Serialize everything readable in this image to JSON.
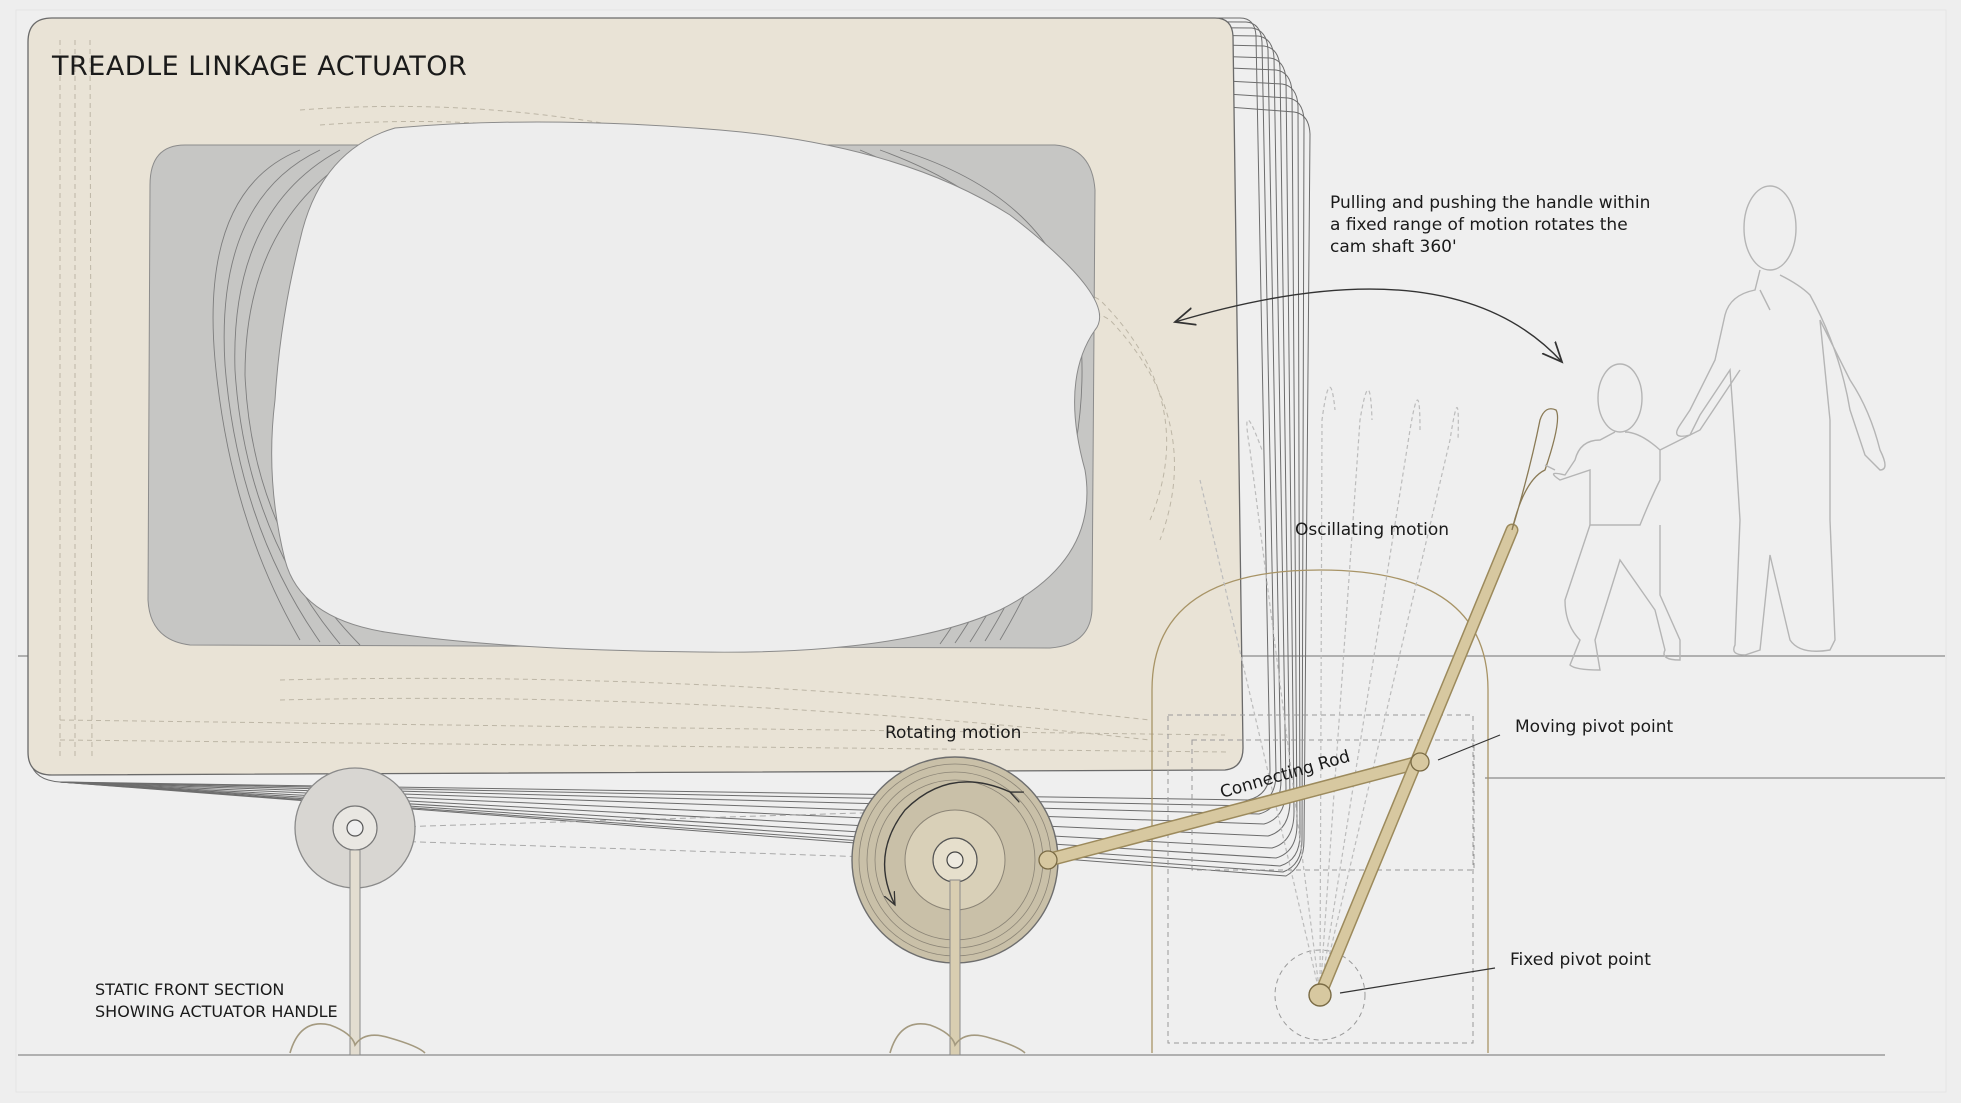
{
  "title": "TREADLE LINKAGE ACTUATOR",
  "description_lines": [
    "Pulling and pushing the handle within",
    "a fixed range of motion rotates the",
    "cam shaft 360'"
  ],
  "labels": {
    "oscillating": "Oscillating motion",
    "rotating": "Rotating motion",
    "connecting_rod": "Connecting Rod",
    "moving_pivot": "Moving pivot point",
    "fixed_pivot": "Fixed pivot point"
  },
  "caption_lines": [
    "STATIC FRONT SECTION",
    "SHOWING ACTUATOR HANDLE"
  ],
  "colors": {
    "background": "#eeeeee",
    "panel": "#e9e3d6",
    "panel_edge": "#5a5a5a",
    "brass": "#d7c8a0",
    "brass_dark": "#9c8a5c",
    "ink": "#1a1a1a",
    "sketch": "#b5b5b5"
  }
}
